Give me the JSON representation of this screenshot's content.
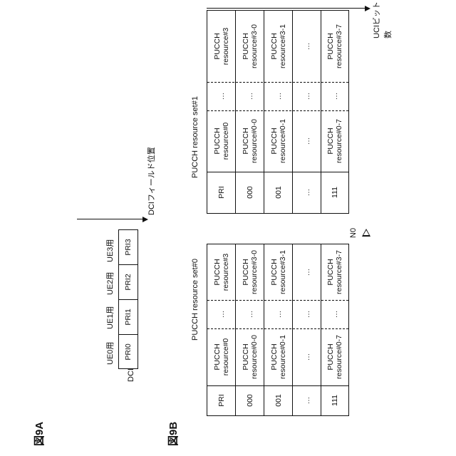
{
  "fig_a": {
    "label": "図9A",
    "dci": "DCI",
    "ue_labels": [
      "UE0用",
      "UE1用",
      "UE2用",
      "UE3用"
    ],
    "fields": [
      "PRI0",
      "PRI1",
      "PRI2",
      "PRI3"
    ],
    "axis_label": "DCIフィールド位置"
  },
  "fig_b": {
    "label": "図9B",
    "set0": {
      "title": "PUCCH resource set#0",
      "rows": [
        [
          "PRI",
          "PUCCH\nresource#0",
          "…",
          "PUCCH\nresource#3"
        ],
        [
          "000",
          "PUCCH\nresource#0-0",
          "…",
          "PUCCH\nresource#3-0"
        ],
        [
          "001",
          "PUCCH\nresource#0-1",
          "…",
          "PUCCH\nresource#3-1"
        ],
        [
          "…",
          "…",
          "…",
          "…"
        ],
        [
          "111",
          "PUCCH\nresource#0-7",
          "…",
          "PUCCH\nresource#3-7"
        ]
      ]
    },
    "set1": {
      "title": "PUCCH resource set#1",
      "rows": [
        [
          "PRI",
          "PUCCH\nresource#0",
          "…",
          "PUCCH\nresource#3"
        ],
        [
          "000",
          "PUCCH\nresource#0-0",
          "…",
          "PUCCH\nresource#3-0"
        ],
        [
          "001",
          "PUCCH\nresource#0-1",
          "…",
          "PUCCH\nresource#3-1"
        ],
        [
          "…",
          "…",
          "…",
          "…"
        ],
        [
          "111",
          "PUCCH\nresource#0-7",
          "…",
          "PUCCH\nresource#3-7"
        ]
      ]
    },
    "threshold_label": "N0",
    "axis_label": "UCIビット数"
  }
}
